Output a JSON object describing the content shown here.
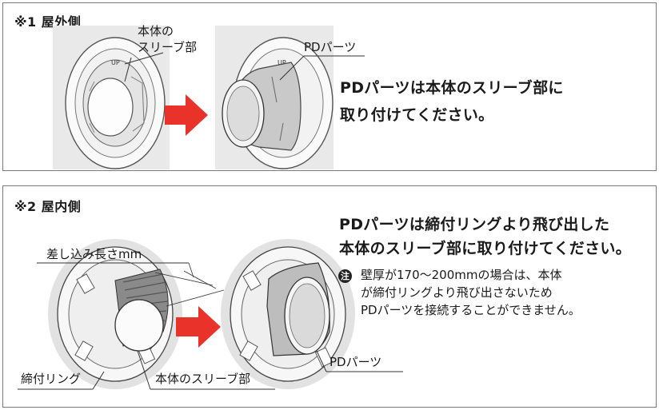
{
  "section1": {
    "heading": "※1 屋外側",
    "label_sleeve_line1": "本体の",
    "label_sleeve_line2": "スリーブ部",
    "label_pd": "PDパーツ",
    "instruction_line1": "PDパーツは本体のスリーブ部に",
    "instruction_line2": "取り付けてください。",
    "up_mark": "UP"
  },
  "section2": {
    "heading": "※2 屋内側",
    "instruction_line1": "PDパーツは締付リングより飛び出した",
    "instruction_line2": "本体のスリーブ部に取り付けてください。",
    "note_icon": "注",
    "note_line1": "壁厚が170～200mmの場合は、本体",
    "note_line2": "が締付リングより飛び出さないため",
    "note_line3": "PDパーツを接続することができません。",
    "label_insert_length": "差し込み長さmm",
    "label_ring": "締付リング",
    "label_sleeve": "本体のスリーブ部",
    "label_pd": "PDパーツ"
  },
  "colors": {
    "arrow": "#e8322a",
    "border": "#7a7a7a",
    "shade": "#e6e6e6"
  }
}
